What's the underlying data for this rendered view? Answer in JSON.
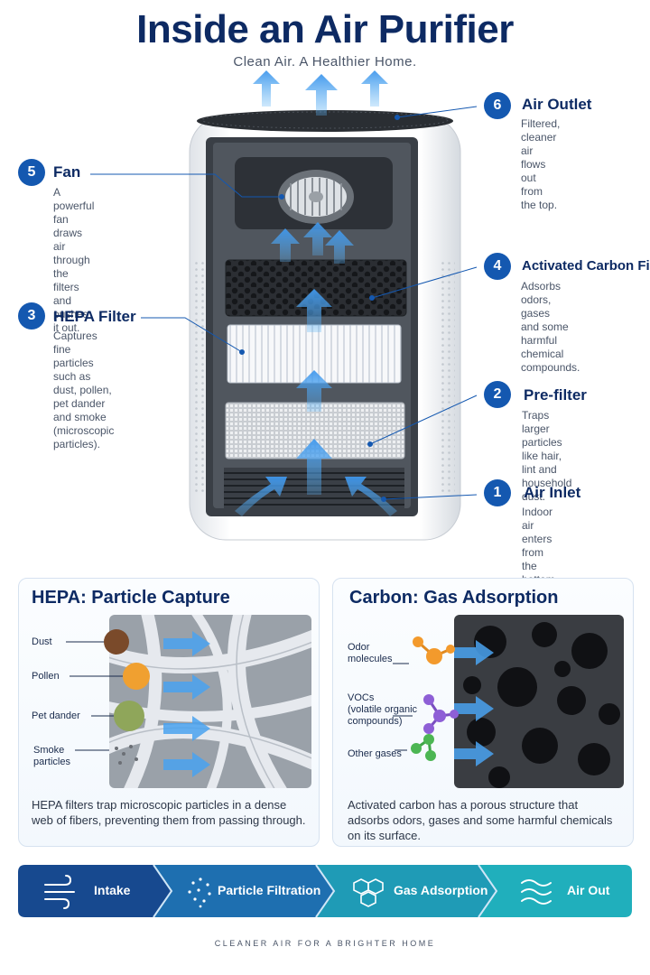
{
  "header": {
    "title": "Inside an Air Purifier",
    "subtitle": "Clean Air. A Healthier Home."
  },
  "callouts": [
    {
      "num": "6",
      "title": "Air Outlet",
      "desc": "Filtered, cleaner air\nflows out from the top."
    },
    {
      "num": "5",
      "title": "Fan",
      "desc": "A powerful fan draws\nair through the filters\nand pushes it out."
    },
    {
      "num": "4",
      "title": "Activated Carbon Filter",
      "desc": "Adsorbs odors, gases\nand some harmful\nchemical compounds."
    },
    {
      "num": "3",
      "title": "HEPA Filter",
      "desc": "Captures fine particles\nsuch as dust, pollen,\npet dander and smoke\n(microscopic particles)."
    },
    {
      "num": "2",
      "title": "Pre-filter",
      "desc": "Traps larger particles\nlike hair, lint and\nhousehold dust."
    },
    {
      "num": "1",
      "title": "Air Inlet",
      "desc": "Indoor air enters\nfrom the bottom."
    }
  ],
  "hepa_panel": {
    "title": "HEPA: Particle Capture",
    "labels": [
      "Dust",
      "Pollen",
      "Pet dander",
      "Smoke\nparticles"
    ],
    "desc": "HEPA filters trap microscopic particles in a dense\nweb of fibers, preventing them from passing through."
  },
  "carbon_panel": {
    "title": "Carbon: Gas Adsorption",
    "labels": [
      "Odor\nmolecules",
      "VOCs\n(volatile organic\ncompounds)",
      "Other gases"
    ],
    "desc": "Activated carbon has a porous structure that\nadsorbs odors, gases and some harmful chemicals\non its surface."
  },
  "process": [
    {
      "label": "Intake",
      "icon": "wind-icon"
    },
    {
      "label": "Particle Filtration",
      "icon": "particles-icon"
    },
    {
      "label": "Gas Adsorption",
      "icon": "hexagon-icon"
    },
    {
      "label": "Air Out",
      "icon": "waves-icon"
    }
  ],
  "colors": {
    "navy": "#0d2a63",
    "accent": "#1458b0",
    "airflow": "#4aa3f0",
    "step1": "#17498f",
    "step2": "#1e6fb0",
    "step3": "#1f9bb6",
    "step4": "#20afbc"
  },
  "footer": "CLEANER AIR FOR A BRIGHTER HOME"
}
